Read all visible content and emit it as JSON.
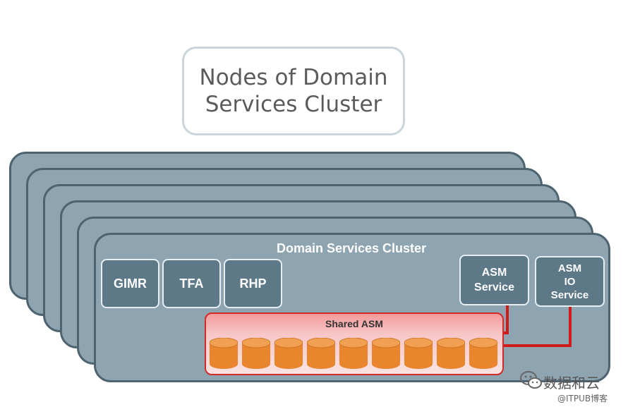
{
  "title": "Nodes of Domain\nServices Cluster",
  "cluster": {
    "title": "Domain Services Cluster",
    "services_left": [
      "GIMR",
      "TFA",
      "RHP"
    ],
    "asm_service": "ASM\nService",
    "asm_io_service": "ASM\nIO\nService",
    "shared_asm_label": "Shared ASM",
    "disk_count": 9
  },
  "watermark": {
    "primary": "数据和云",
    "secondary": "@ITPUB博客",
    "icon": "wechat-icon"
  },
  "colors": {
    "card_fill": "#8ea4b0",
    "card_border": "#4d6470",
    "service_fill": "#5d7987",
    "disk_orange": "#e8852d",
    "connector_red": "#d11a1a"
  }
}
